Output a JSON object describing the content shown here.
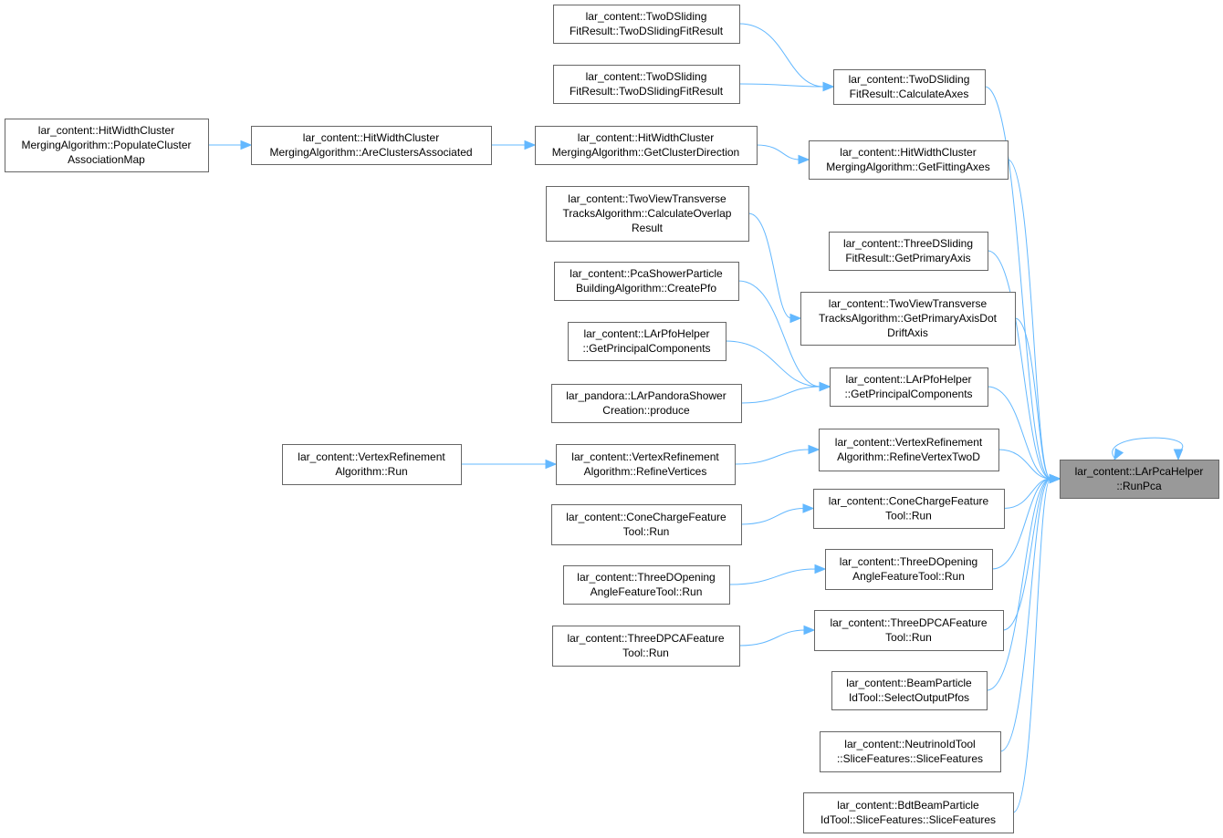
{
  "diagram": {
    "nodes": [
      {
        "id": "runpca",
        "lines": [
          "lar_content::LArPcaHelper",
          "::RunPca"
        ],
        "root": true
      },
      {
        "id": "calcaxes",
        "lines": [
          "lar_content::TwoDSliding",
          "FitResult::CalculateAxes"
        ]
      },
      {
        "id": "tdsfr1",
        "lines": [
          "lar_content::TwoDSliding",
          "FitResult::TwoDSlidingFitResult"
        ]
      },
      {
        "id": "tdsfr2",
        "lines": [
          "lar_content::TwoDSliding",
          "FitResult::TwoDSlidingFitResult"
        ]
      },
      {
        "id": "getfitaxes",
        "lines": [
          "lar_content::HitWidthCluster",
          "MergingAlgorithm::GetFittingAxes"
        ]
      },
      {
        "id": "getclusterdir",
        "lines": [
          "lar_content::HitWidthCluster",
          "MergingAlgorithm::GetClusterDirection"
        ]
      },
      {
        "id": "areassoc",
        "lines": [
          "lar_content::HitWidthCluster",
          "MergingAlgorithm::AreClustersAssociated"
        ]
      },
      {
        "id": "populate",
        "lines": [
          "lar_content::HitWidthCluster",
          "MergingAlgorithm::PopulateCluster",
          "AssociationMap"
        ]
      },
      {
        "id": "getprimaryaxis",
        "lines": [
          "lar_content::ThreeDSliding",
          "FitResult::GetPrimaryAxis"
        ]
      },
      {
        "id": "tvtgetprimary",
        "lines": [
          "lar_content::TwoViewTransverse",
          "TracksAlgorithm::GetPrimaryAxisDot",
          "DriftAxis"
        ]
      },
      {
        "id": "tvtcalcoverlap",
        "lines": [
          "lar_content::TwoViewTransverse",
          "TracksAlgorithm::CalculateOverlap",
          "Result"
        ]
      },
      {
        "id": "getprincipal2",
        "lines": [
          "lar_content::LArPfoHelper",
          "::GetPrincipalComponents"
        ]
      },
      {
        "id": "pcashower",
        "lines": [
          "lar_content::PcaShowerParticle",
          "BuildingAlgorithm::CreatePfo"
        ]
      },
      {
        "id": "getprincipal1",
        "lines": [
          "lar_content::LArPfoHelper",
          "::GetPrincipalComponents"
        ]
      },
      {
        "id": "pandorashower",
        "lines": [
          "lar_pandora::LArPandoraShower",
          "Creation::produce"
        ]
      },
      {
        "id": "refinevertextwod",
        "lines": [
          "lar_content::VertexRefinement",
          "Algorithm::RefineVertexTwoD"
        ]
      },
      {
        "id": "refinevertices",
        "lines": [
          "lar_content::VertexRefinement",
          "Algorithm::RefineVertices"
        ]
      },
      {
        "id": "vrarun",
        "lines": [
          "lar_content::VertexRefinement",
          "Algorithm::Run"
        ]
      },
      {
        "id": "conecharge2",
        "lines": [
          "lar_content::ConeChargeFeature",
          "Tool::Run"
        ]
      },
      {
        "id": "conecharge1",
        "lines": [
          "lar_content::ConeChargeFeature",
          "Tool::Run"
        ]
      },
      {
        "id": "threedopening2",
        "lines": [
          "lar_content::ThreeDOpening",
          "AngleFeatureTool::Run"
        ]
      },
      {
        "id": "threedopening1",
        "lines": [
          "lar_content::ThreeDOpening",
          "AngleFeatureTool::Run"
        ]
      },
      {
        "id": "threedpca2",
        "lines": [
          "lar_content::ThreeDPCAFeature",
          "Tool::Run"
        ]
      },
      {
        "id": "threedpca1",
        "lines": [
          "lar_content::ThreeDPCAFeature",
          "Tool::Run"
        ]
      },
      {
        "id": "beamparticle",
        "lines": [
          "lar_content::BeamParticle",
          "IdTool::SelectOutputPfos"
        ]
      },
      {
        "id": "neutrinoid",
        "lines": [
          "lar_content::NeutrinoIdTool",
          "::SliceFeatures::SliceFeatures"
        ]
      },
      {
        "id": "bdtbeam",
        "lines": [
          "lar_content::BdtBeamParticle",
          "IdTool::SliceFeatures::SliceFeatures"
        ]
      }
    ],
    "edges": [
      [
        "tdsfr1",
        "calcaxes"
      ],
      [
        "tdsfr2",
        "calcaxes"
      ],
      [
        "calcaxes",
        "runpca"
      ],
      [
        "getclusterdir",
        "getfitaxes"
      ],
      [
        "areassoc",
        "getclusterdir"
      ],
      [
        "populate",
        "areassoc"
      ],
      [
        "getfitaxes",
        "runpca"
      ],
      [
        "getprimaryaxis",
        "runpca"
      ],
      [
        "tvtcalcoverlap",
        "tvtgetprimary"
      ],
      [
        "tvtgetprimary",
        "runpca"
      ],
      [
        "pcashower",
        "getprincipal2"
      ],
      [
        "getprincipal1",
        "getprincipal2"
      ],
      [
        "pandorashower",
        "getprincipal2"
      ],
      [
        "getprincipal2",
        "runpca"
      ],
      [
        "refinevertices",
        "refinevertextwod"
      ],
      [
        "vrarun",
        "refinevertices"
      ],
      [
        "refinevertextwod",
        "runpca"
      ],
      [
        "conecharge1",
        "conecharge2"
      ],
      [
        "conecharge2",
        "runpca"
      ],
      [
        "threedopening1",
        "threedopening2"
      ],
      [
        "threedopening2",
        "runpca"
      ],
      [
        "threedpca1",
        "threedpca2"
      ],
      [
        "threedpca2",
        "runpca"
      ],
      [
        "beamparticle",
        "runpca"
      ],
      [
        "neutrinoid",
        "runpca"
      ],
      [
        "bdtbeam",
        "runpca"
      ],
      [
        "runpca",
        "runpca"
      ]
    ]
  },
  "colors": {
    "edge": "#63b8ff",
    "node_border": "#666666",
    "node_fill": "#ffffff",
    "root_fill": "#999999"
  }
}
